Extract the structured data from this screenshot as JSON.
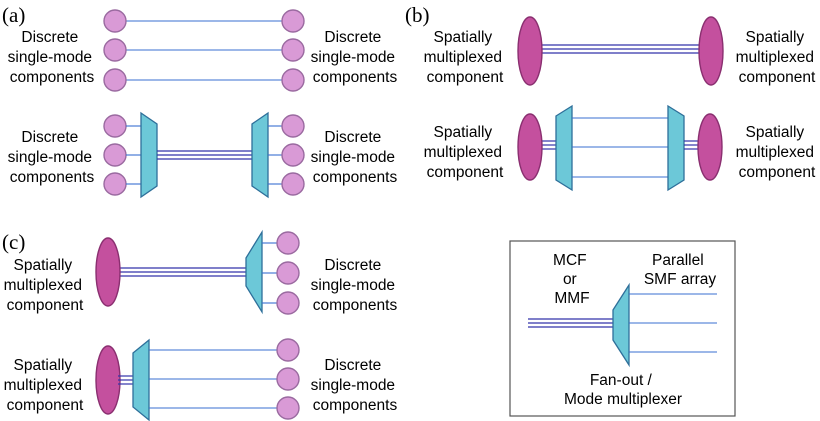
{
  "panels": {
    "a": {
      "label": "(a)"
    },
    "b": {
      "label": "(b)"
    },
    "c": {
      "label": "(c)"
    }
  },
  "labels": {
    "discrete": [
      "Discrete",
      "single-mode",
      "components"
    ],
    "spatial": [
      "Spatially",
      "multiplexed",
      "component"
    ]
  },
  "legend": {
    "mcf": [
      "MCF",
      "or",
      "MMF"
    ],
    "parallel": [
      "Parallel",
      "SMF array"
    ],
    "fanout": [
      "Fan-out /",
      "Mode multiplexer"
    ]
  },
  "colors": {
    "single_mode_component": "#d99ad6",
    "spatial_component": "#c4509e",
    "multiplexer": "#6cc8d8",
    "fiber": "#3333aa"
  }
}
